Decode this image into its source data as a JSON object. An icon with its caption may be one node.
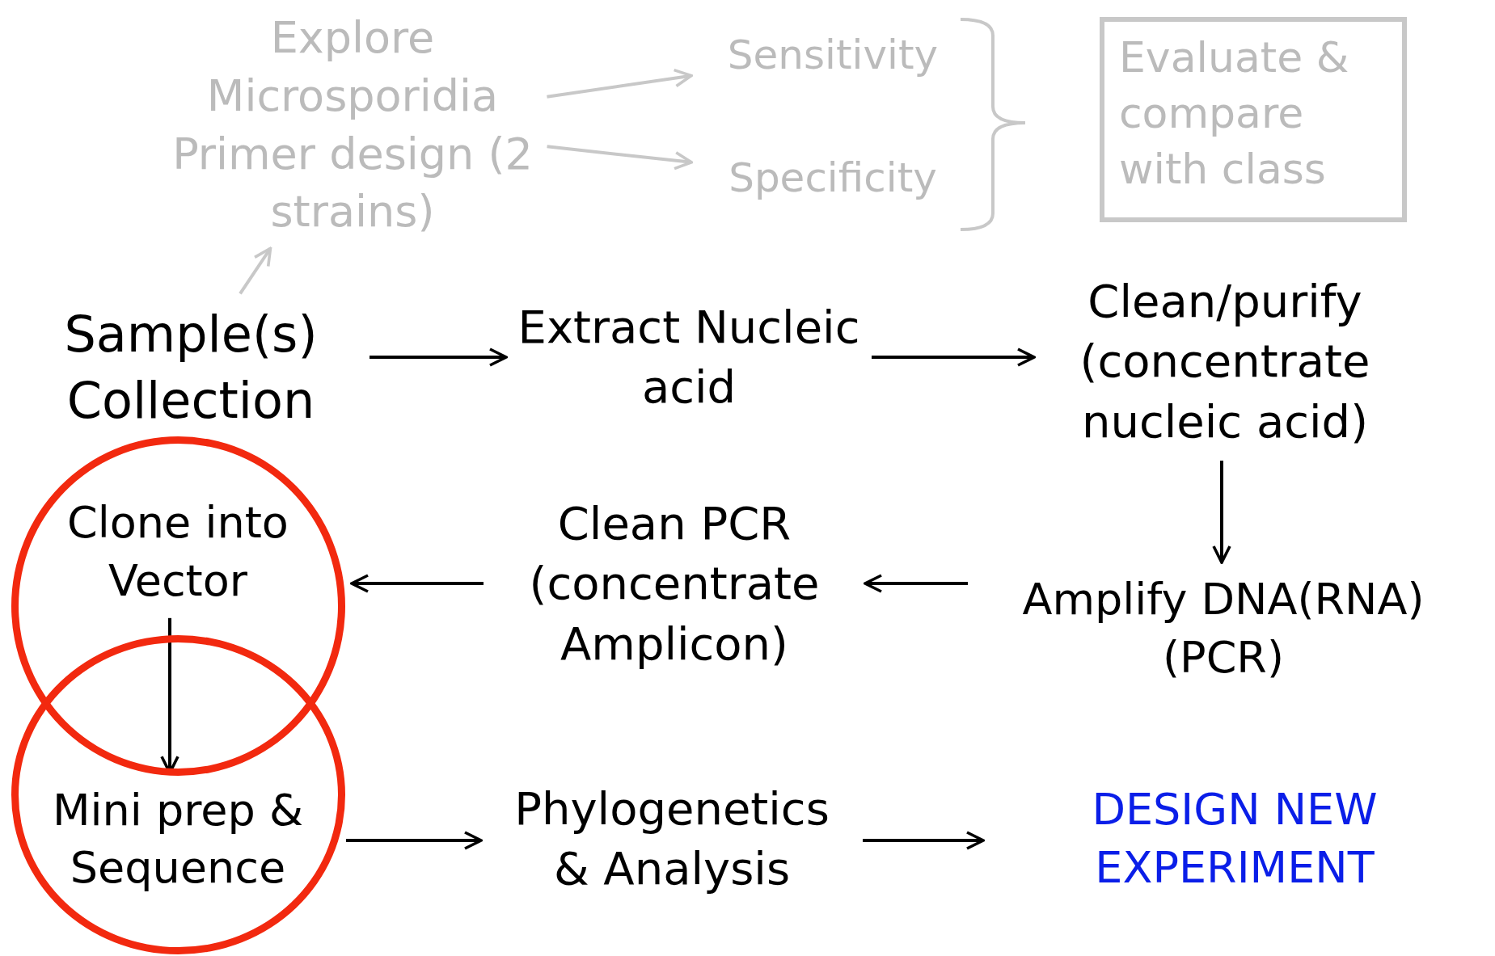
{
  "diagram": {
    "nodes": [
      {
        "text": [
          "Explore Microsporidia Primer design (2 strains)"
        ]
      },
      {
        "text": [
          "Sensitivity"
        ]
      },
      {
        "text": [
          "Specificity"
        ]
      },
      {
        "text": [
          "Evaluate & compare with class"
        ]
      },
      {
        "text": [
          "Sample(s) Collection"
        ]
      },
      {
        "text": [
          "Extract Nucleic acid"
        ]
      },
      {
        "text": [
          "Clean/purify (concentrate nucleic acid)"
        ]
      },
      {
        "text": [
          "Amplify DNA(RNA) (PCR)"
        ]
      },
      {
        "text": [
          "Clean PCR (concentrate Amplicon)"
        ]
      },
      {
        "text": [
          "Clone into Vector"
        ]
      },
      {
        "text": [
          "Mini prep & Sequence"
        ]
      },
      {
        "text": [
          "Phylogenetics & Analysis"
        ]
      },
      {
        "text": [
          "DESIGN NEW EXPERIMENT"
        ]
      }
    ],
    "edges": [
      {
        "from": 4,
        "to": 0,
        "arrow": "to",
        "color": "#c8c8c8"
      },
      {
        "from": 0,
        "to": 1,
        "arrow": "to",
        "color": "#c8c8c8"
      },
      {
        "from": 0,
        "to": 2,
        "arrow": "to",
        "color": "#c8c8c8"
      },
      {
        "from": 4,
        "to": 5,
        "arrow": "to"
      },
      {
        "from": 5,
        "to": 6,
        "arrow": "to"
      },
      {
        "from": 6,
        "to": 7,
        "arrow": "to"
      },
      {
        "from": 7,
        "to": 8,
        "arrow": "to"
      },
      {
        "from": 8,
        "to": 9,
        "arrow": "to"
      },
      {
        "from": 9,
        "to": 10,
        "arrow": "to"
      },
      {
        "from": 10,
        "to": 11,
        "arrow": "to"
      },
      {
        "from": 11,
        "to": 12,
        "arrow": "to"
      }
    ]
  }
}
